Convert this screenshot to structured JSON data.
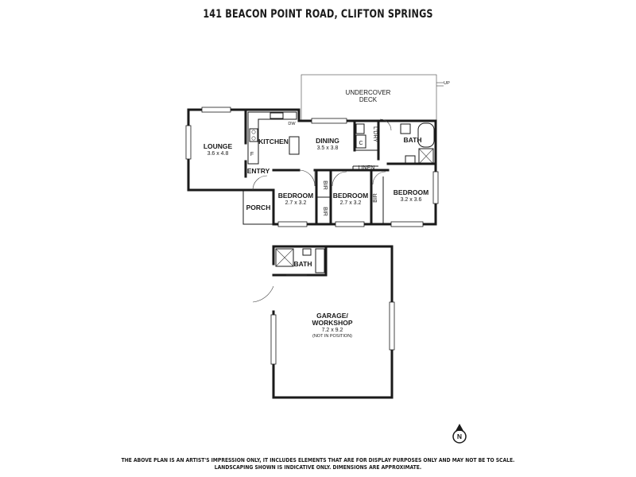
{
  "title": "141 BEACON POINT ROAD, CLIFTON SPRINGS",
  "rooms": {
    "undercover_deck": [
      "UNDERCOVER",
      "DECK"
    ],
    "lounge": [
      "LOUNGE",
      "3.6 x 4.8"
    ],
    "kitchen": "KITCHEN",
    "dining": [
      "DINING",
      "3.5 x 3.8"
    ],
    "laundry": "L'DRY",
    "bath_main": "BATH",
    "entry": "ENTRY",
    "porch": "PORCH",
    "bedroom_1": [
      "BEDROOM",
      "2.7 x 3.2"
    ],
    "bedroom_2": [
      "BEDROOM",
      "2.7 x 3.2"
    ],
    "bedroom_3": [
      "BEDROOM",
      "3.2 x 3.6"
    ],
    "linen": "LINEN",
    "bir": "BIR",
    "garage": [
      "GARAGE/",
      "WORKSHOP",
      "7.2 x 9.2",
      "(NOT IN POSITION)"
    ],
    "garage_bath": "BATH"
  },
  "fixtures": {
    "dishwasher": "DW",
    "fridge": "F",
    "cupboard": "C",
    "up": "UP",
    "north": "N"
  },
  "disclaimer": [
    "THE ABOVE PLAN IS AN ARTIST'S IMPRESSION ONLY, IT INCLUDES ELEMENTS THAT ARE FOR DISPLAY PURPOSES ONLY AND MAY NOT BE TO SCALE.",
    "LANDSCAPING SHOWN IS INDICATIVE ONLY. DIMENSIONS ARE APPROXIMATE."
  ]
}
